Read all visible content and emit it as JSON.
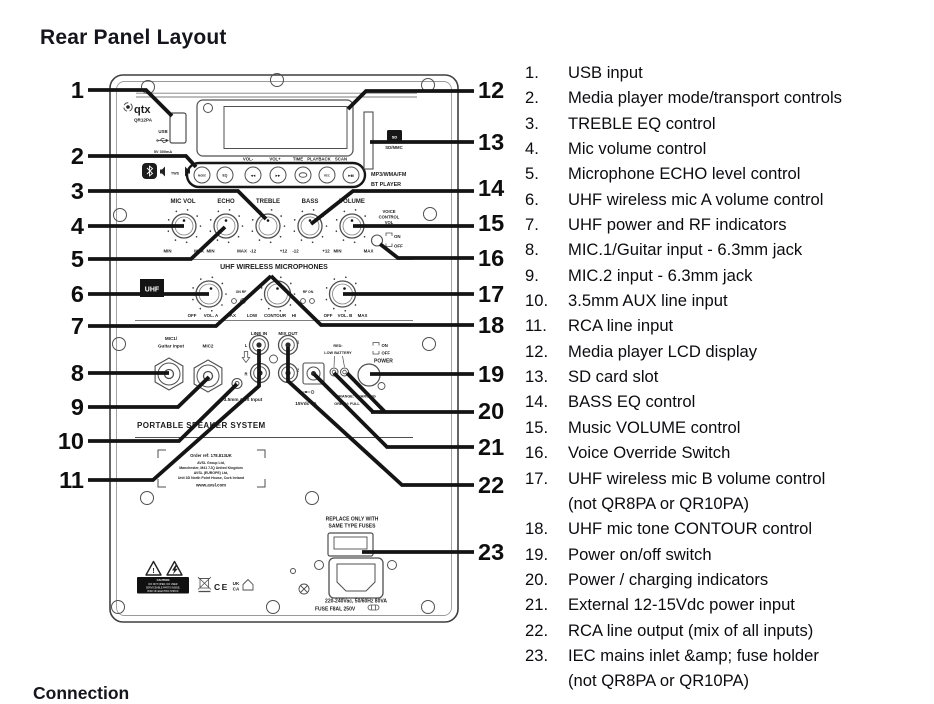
{
  "page": {
    "title": "Rear Panel Layout",
    "footer_heading": "Connection"
  },
  "panel": {
    "brand": "qtx",
    "model": "QR12PA",
    "usb": "USB",
    "usb_rating": "5V 300mA",
    "tws": "TWS",
    "transport": {
      "mode": "MODE",
      "eq": "EQ",
      "prev": "◀◀",
      "next": "▶▶",
      "rec": "REC",
      "play": "▶▮▮",
      "above": [
        "VOL-",
        "VOL+",
        "TIME",
        "PLAYBACK",
        "SCAN"
      ]
    },
    "player_line1": "MP3/WMA/FM",
    "player_line2": "BT PLAYER",
    "sd_icon": "SD",
    "sd_label": "SD/MMC",
    "knobs": [
      "MIC VOL",
      "ECHO",
      "TREBLE",
      "BASS",
      "VOLUME"
    ],
    "scale": [
      "MIN",
      "MAX",
      "MIN",
      "MAX",
      "-12",
      "+12",
      "-12",
      "+12",
      "MIN",
      "MAX"
    ],
    "voice": [
      "VOICE",
      "CONTROL",
      "VOL"
    ],
    "voice_switch": {
      "on": "ON",
      "off": "OFF"
    },
    "uhf": {
      "title": "UHF WIRELESS MICROPHONES",
      "badge": "UHF",
      "a": {
        "min": "OFF",
        "label": "VOL. A",
        "max": "MAX"
      },
      "contour": {
        "min": "LOW",
        "label": "CONTOUR",
        "max": "HI"
      },
      "b": {
        "min": "OFF",
        "label": "VOL. B",
        "max": "MAX"
      },
      "rf_a": "ON RF",
      "rf_b": "RF ON"
    },
    "jacks": {
      "mic1_line1": "MIC1/",
      "mic1_line2": "Guitar input",
      "mic2": "MIC2",
      "line_in": "LINE IN",
      "mix_out": "MIX OUT",
      "l": "L",
      "r": "R",
      "out1": "1",
      "out2": "2",
      "aux": "3.5mm AUX Input"
    },
    "power": {
      "dc": "15Vdc 4A",
      "red1": "RED:",
      "red2": "LOW BATTERY",
      "chg1": "ORANGE: CHARGING",
      "chg2": "GREEN: FULL",
      "on": "ON",
      "off": "OFF",
      "power": "POWER"
    },
    "portable": "PORTABLE SPEAKER SYSTEM",
    "order": [
      "Order ref: 178.813UK",
      "AVSL Group Ltd,",
      "Manchester, M41 7JQ United Kingdom",
      "AVSL (EUROPE) Ltd,",
      "Unit 3D North Point House, Cork Ireland",
      "www.avsl.com"
    ],
    "caution": [
      "CAUTION",
      "DO NOT OPEN, NO USER",
      "SERVICEABLE PARTS INSIDE,",
      "RISK OF ELECTRIC SHOCK"
    ],
    "marks": {
      "ce": "CE",
      "uk": "UK",
      "ca": "CA"
    },
    "fuse_note1": "REPLACE ONLY WITH",
    "fuse_note2": "SAME TYPE FUSES",
    "mains": "220-240Vac, 50/60Hz 80VA",
    "fuse": "FUSE F8AL 250V"
  },
  "callout_labels": [
    "1",
    "2",
    "3",
    "4",
    "5",
    "6",
    "7",
    "8",
    "9",
    "10",
    "11",
    "12",
    "13",
    "14",
    "15",
    "16",
    "17",
    "18",
    "19",
    "20",
    "21",
    "22",
    "23"
  ],
  "legend": {
    "items": [
      {
        "num": "1.",
        "text": "USB input"
      },
      {
        "num": "2.",
        "text": "Media player mode/transport controls"
      },
      {
        "num": "3.",
        "text": "TREBLE EQ control"
      },
      {
        "num": "4.",
        "text": "Mic volume control"
      },
      {
        "num": "5.",
        "text": "Microphone ECHO level control"
      },
      {
        "num": "6.",
        "text": "UHF wireless mic A volume control"
      },
      {
        "num": "7.",
        "text": "UHF power and RF indicators"
      },
      {
        "num": "8.",
        "text": "MIC.1/Guitar input - 6.3mm jack"
      },
      {
        "num": "9.",
        "text": "MIC.2 input - 6.3mm jack"
      },
      {
        "num": "10.",
        "text": "3.5mm AUX line input"
      },
      {
        "num": "11.",
        "text": "RCA line input"
      },
      {
        "num": "12.",
        "text": "Media player LCD display"
      },
      {
        "num": "13.",
        "text": "SD card slot"
      },
      {
        "num": "14.",
        "text": "BASS EQ control"
      },
      {
        "num": "15.",
        "text": "Music VOLUME control"
      },
      {
        "num": "16.",
        "text": "Voice Override Switch"
      },
      {
        "num": "17.",
        "text": "UHF wireless mic B volume control",
        "note": "(not QR8PA or QR10PA)"
      },
      {
        "num": "18.",
        "text": "UHF mic tone CONTOUR control"
      },
      {
        "num": "19.",
        "text": "Power on/off switch"
      },
      {
        "num": "20.",
        "text": "Power / charging indicators"
      },
      {
        "num": "21.",
        "text": "External 12-15Vdc power input"
      },
      {
        "num": "22.",
        "text": "RCA line output (mix of all inputs)"
      },
      {
        "num": "23.",
        "text": "IEC mains inlet &amp; fuse holder",
        "note": "(not QR8PA or QR10PA)"
      }
    ]
  }
}
